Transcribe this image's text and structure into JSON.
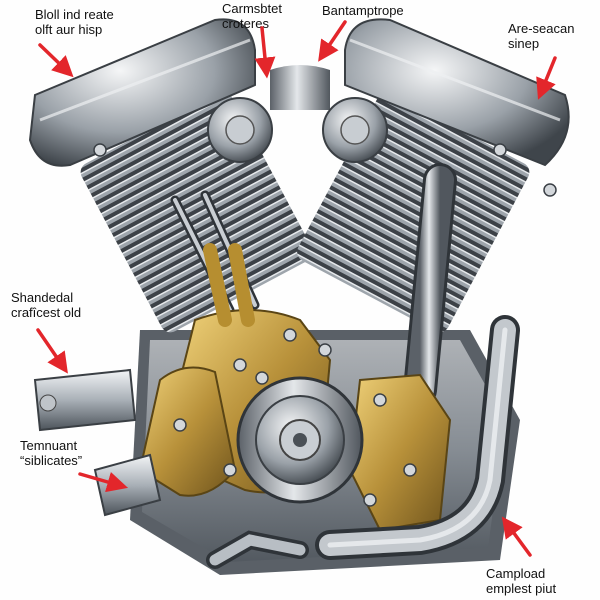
{
  "labels": {
    "top_left": [
      "Bloll ind reate",
      "olft aur hisp"
    ],
    "top_center": [
      "Carmsbtet",
      "croteres"
    ],
    "top_right_center": [
      "Bantamptrope"
    ],
    "top_right": [
      "Are-seacan",
      "sinep"
    ],
    "mid_left": [
      "Shandedal",
      "crafîcest old"
    ],
    "lower_left": [
      "Temnuant",
      "“siblicates”"
    ],
    "bottom_right": [
      "Campload",
      "emplest piut"
    ]
  },
  "colors": {
    "annotation_arrow": "#e3262b",
    "metal_light": "#d8dde2",
    "metal_dark": "#5b6168",
    "brass": "#c9a44d",
    "background": "#ffffff"
  }
}
